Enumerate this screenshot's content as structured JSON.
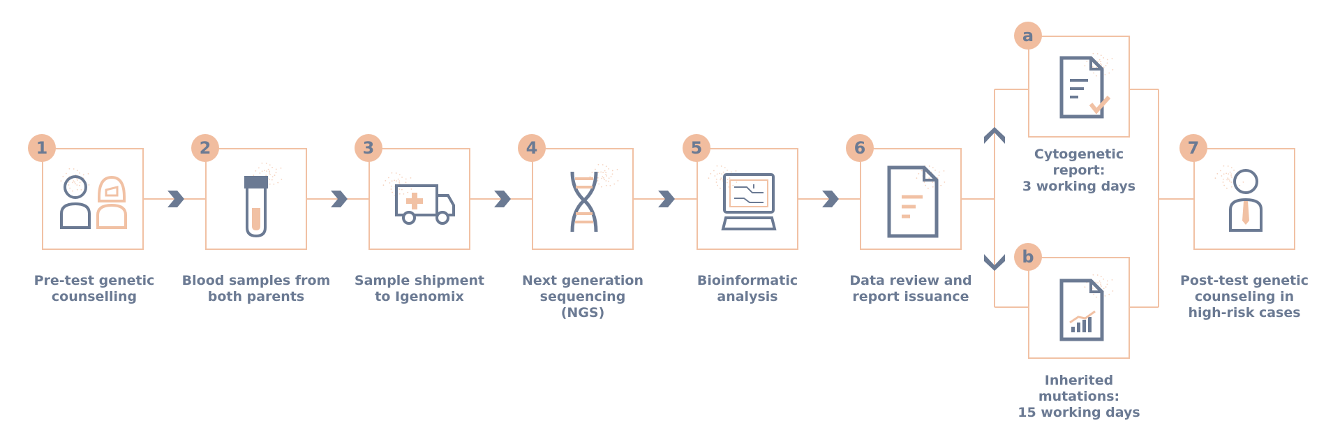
{
  "colors": {
    "peach": "#f1c1a4",
    "badge": "#f1bd9f",
    "slate": "#6b7a93",
    "background": "#ffffff"
  },
  "steps": [
    {
      "id": "1",
      "label_lines": [
        "Pre-test genetic",
        "counselling"
      ],
      "icon": "two-people-icon"
    },
    {
      "id": "2",
      "label_lines": [
        "Blood samples from",
        "both parents"
      ],
      "icon": "blood-tube-icon"
    },
    {
      "id": "3",
      "label_lines": [
        "Sample shipment",
        "to Igenomix"
      ],
      "icon": "ambulance-icon"
    },
    {
      "id": "4",
      "label_lines": [
        "Next generation",
        "sequencing",
        "(NGS)"
      ],
      "icon": "dna-icon"
    },
    {
      "id": "5",
      "label_lines": [
        "Bioinformatic",
        "analysis"
      ],
      "icon": "computer-icon"
    },
    {
      "id": "6",
      "label_lines": [
        "Data review and",
        "report issuance"
      ],
      "icon": "document-icon"
    },
    {
      "id": "7",
      "label_lines": [
        "Post-test genetic",
        "counseling in",
        "high-risk cases"
      ],
      "icon": "doctor-icon"
    }
  ],
  "branches": [
    {
      "id": "a",
      "label_lines": [
        "Cytogenetic",
        "report:",
        "3 working days"
      ],
      "icon": "checked-report-icon"
    },
    {
      "id": "b",
      "label_lines": [
        "Inherited",
        "mutations:",
        "15 working days"
      ],
      "icon": "chart-report-icon"
    }
  ]
}
